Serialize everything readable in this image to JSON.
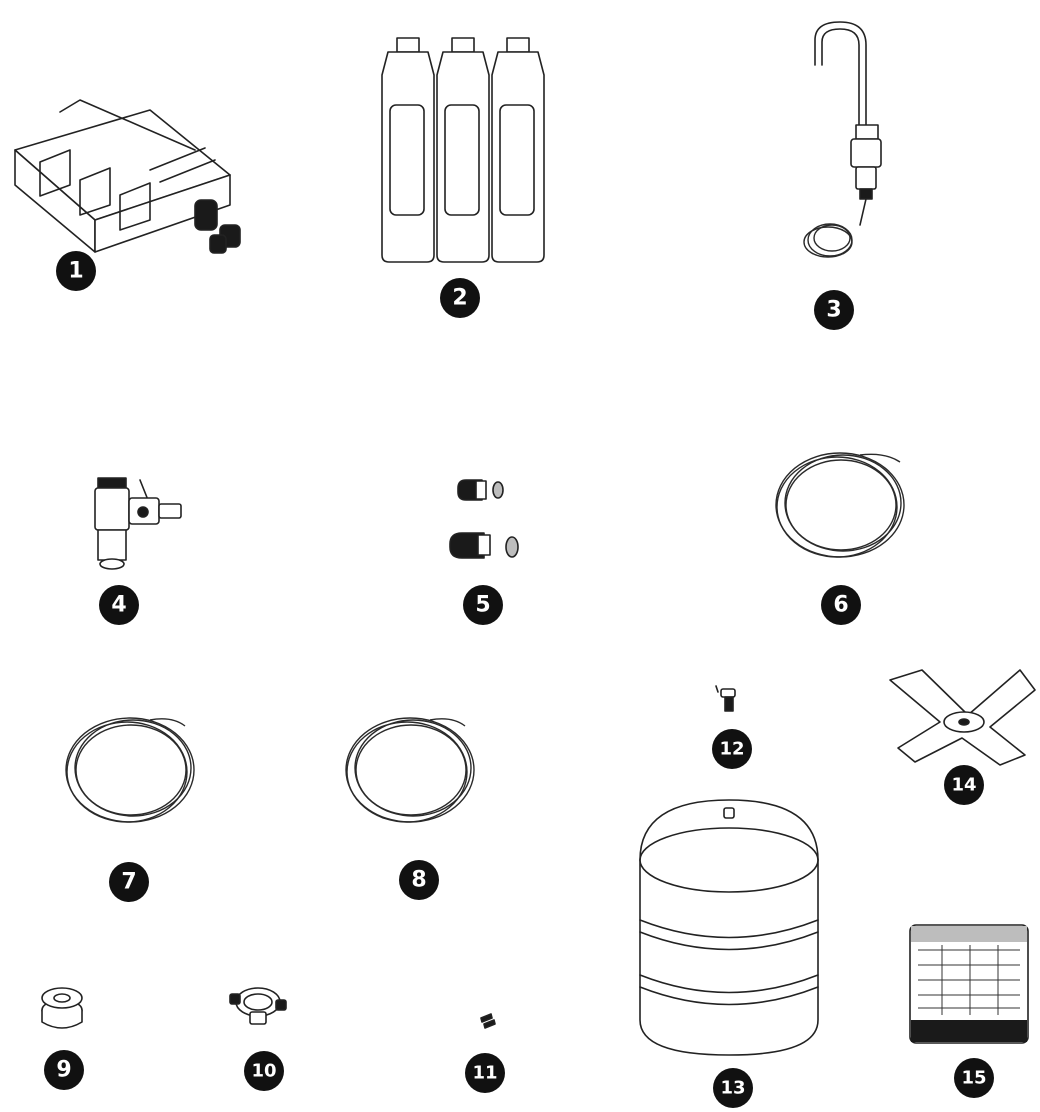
{
  "parts": [
    {
      "number": "1",
      "icon": "filter-manifold-icon"
    },
    {
      "number": "2",
      "icon": "filter-cartridges-icon"
    },
    {
      "number": "3",
      "icon": "faucet-icon"
    },
    {
      "number": "4",
      "icon": "feed-valve-icon"
    },
    {
      "number": "5",
      "icon": "fittings-icon"
    },
    {
      "number": "6",
      "icon": "tubing-coil-icon"
    },
    {
      "number": "7",
      "icon": "tubing-coil-icon"
    },
    {
      "number": "8",
      "icon": "tubing-coil-icon"
    },
    {
      "number": "9",
      "icon": "ptfe-tape-icon"
    },
    {
      "number": "10",
      "icon": "drain-saddle-icon"
    },
    {
      "number": "11",
      "icon": "screws-icon"
    },
    {
      "number": "12",
      "icon": "tank-valve-icon"
    },
    {
      "number": "13",
      "icon": "storage-tank-icon"
    },
    {
      "number": "14",
      "icon": "tank-stand-icon"
    },
    {
      "number": "15",
      "icon": "instruction-card-icon"
    }
  ]
}
